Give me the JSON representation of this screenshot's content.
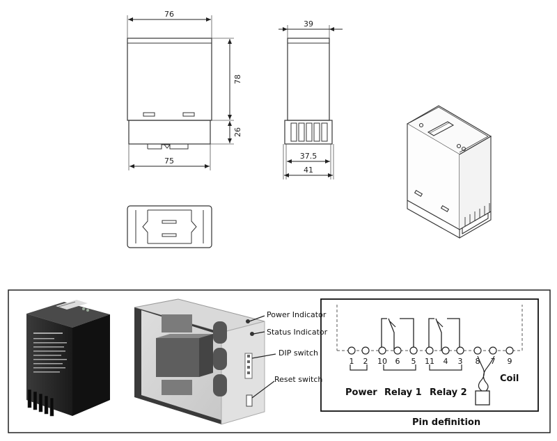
{
  "dimensions": {
    "front_width": "76",
    "front_height": "78",
    "base_height": "26",
    "base_width": "75",
    "side_width": "39",
    "side_inner": "37.5",
    "side_base": "41"
  },
  "callouts": {
    "power_indicator": "Power Indicator",
    "status_indicator": "Status Indicator",
    "dip_switch": "DIP switch",
    "reset_switch": "Reset switch"
  },
  "pins": [
    "1",
    "2",
    "10",
    "6",
    "5",
    "11",
    "4",
    "3",
    "8",
    "7",
    "9"
  ],
  "groups": {
    "power": "Power",
    "relay1": "Relay 1",
    "relay2": "Relay 2",
    "coil": "Coil"
  },
  "caption": "Pin definition"
}
